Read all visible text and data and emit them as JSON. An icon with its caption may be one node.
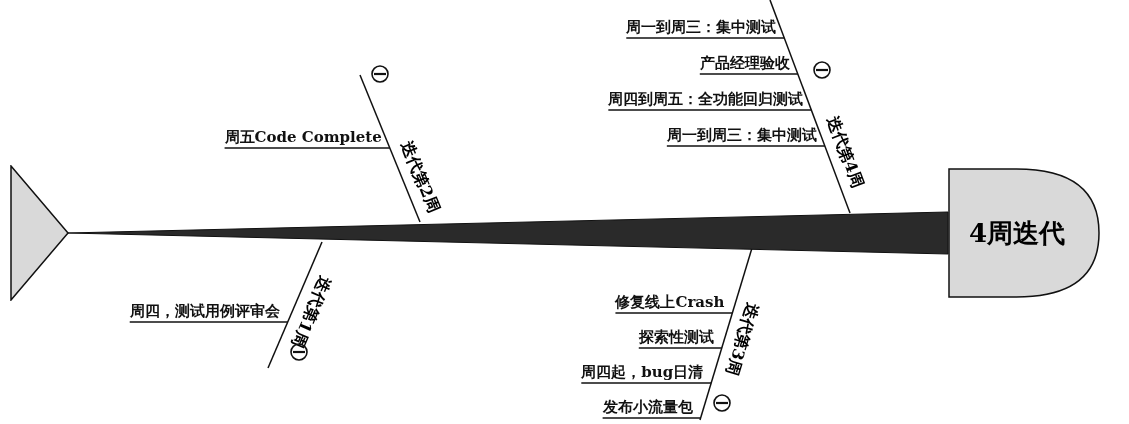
{
  "diagram": {
    "nodes": [
      {
        "text": [],
        "shape": "triangle"
      },
      {
        "text": [
          "周五Code Complete"
        ]
      },
      {
        "text": [
          "迭代第2周"
        ]
      },
      {
        "text": [
          "周一到周三：集中测试"
        ]
      },
      {
        "text": [
          "产品经理验收"
        ]
      },
      {
        "text": [
          "周四到周五：全功能回归测试"
        ]
      },
      {
        "text": [
          "周一到周三：集中测试"
        ]
      },
      {
        "text": [
          "迭代第4周"
        ]
      },
      {
        "text": [
          "4周迭代"
        ]
      },
      {
        "text": [
          "周四，测试用例评审会"
        ]
      },
      {
        "text": [
          "迭代第1周"
        ]
      },
      {
        "text": [
          "修复线上Crash"
        ]
      },
      {
        "text": [
          "探索性测试"
        ]
      },
      {
        "text": [
          "周四起，bug日清"
        ]
      },
      {
        "text": [
          "发布小流量包"
        ]
      },
      {
        "text": [
          "迭代第3周"
        ]
      }
    ],
    "edges": [
      {
        "from": 0,
        "to": 8,
        "arrow": "none",
        "style": "thick"
      },
      {
        "from": 1,
        "to": null,
        "arrow": "none"
      },
      {
        "from": 3,
        "to": null,
        "arrow": "none"
      },
      {
        "from": 4,
        "to": null,
        "arrow": "none"
      },
      {
        "from": 5,
        "to": null,
        "arrow": "none"
      },
      {
        "from": 6,
        "to": null,
        "arrow": "none"
      },
      {
        "from": 9,
        "to": null,
        "arrow": "none"
      },
      {
        "from": 11,
        "to": null,
        "arrow": "none"
      },
      {
        "from": 12,
        "to": null,
        "arrow": "none"
      },
      {
        "from": 13,
        "to": null,
        "arrow": "none"
      },
      {
        "from": 14,
        "to": null,
        "arrow": "none"
      }
    ]
  }
}
